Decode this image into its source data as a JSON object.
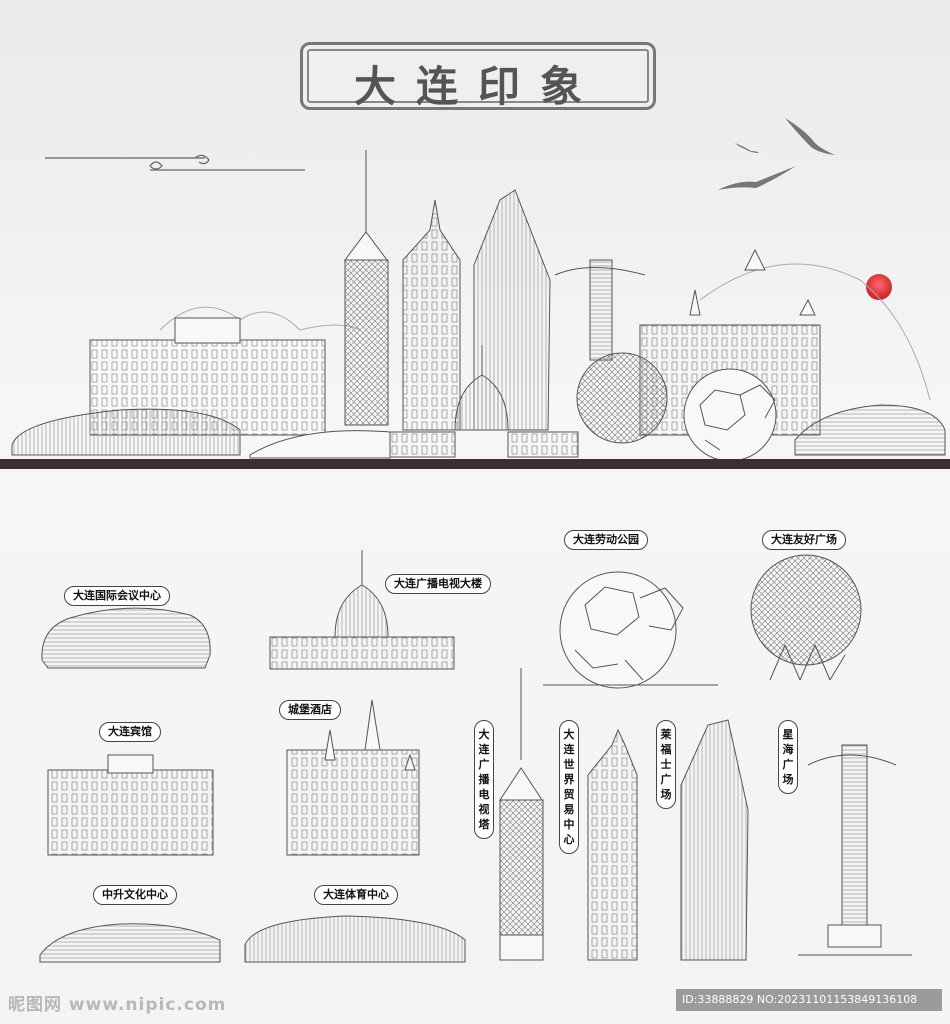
{
  "title": "大连印象",
  "labels": {
    "conference_center": "大连国际会议中心",
    "tv_building": "大连广播电视大楼",
    "labor_park": "大连劳动公园",
    "friendship_square": "大连友好广场",
    "guest_house": "大连宾馆",
    "castle_hotel": "城堡酒店",
    "tv_tower": "大连广播电视塔",
    "world_trade": "大连世界贸易中心",
    "raffles_square": "莱福士广场",
    "xinghai_square": "星海广场",
    "zhongsheng_culture": "中升文化中心",
    "sports_center": "大连体育中心"
  },
  "watermark": {
    "site": "昵图网 www.nipic.com",
    "id": "ID:33888829 NO:20231101153849136108"
  },
  "colors": {
    "line": "#555555",
    "ground": "#3a3030",
    "sun": "#d2232a"
  }
}
